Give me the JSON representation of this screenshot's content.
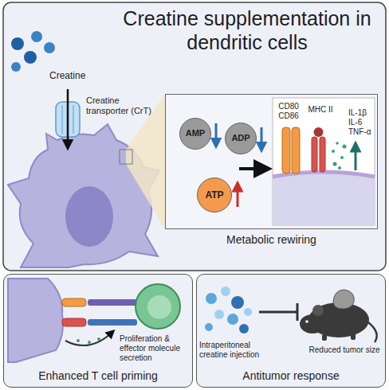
{
  "diagram": {
    "title": "Creatine supplementation in dendritic cells",
    "nodes": [
      {
        "text": [
          "Metabolic rewiring"
        ]
      },
      {
        "text": [
          "AMP"
        ],
        "in": 0
      },
      {
        "text": [
          "ADP"
        ],
        "in": 0
      },
      {
        "text": [
          "ATP"
        ],
        "in": 0
      },
      {
        "text": [
          "Enhanced T cell priming"
        ]
      },
      {
        "text": [
          "Antitumor response"
        ]
      }
    ],
    "labels": [
      "Creatine",
      "Creatine transporter (CrT)",
      "CD80 CD86",
      "MHC II",
      "IL-1β IL-6 TNF-α",
      "Proliferation & effector molecule secretion",
      "Intraperitoneal creatine injection",
      "Reduced tumor size"
    ]
  }
}
